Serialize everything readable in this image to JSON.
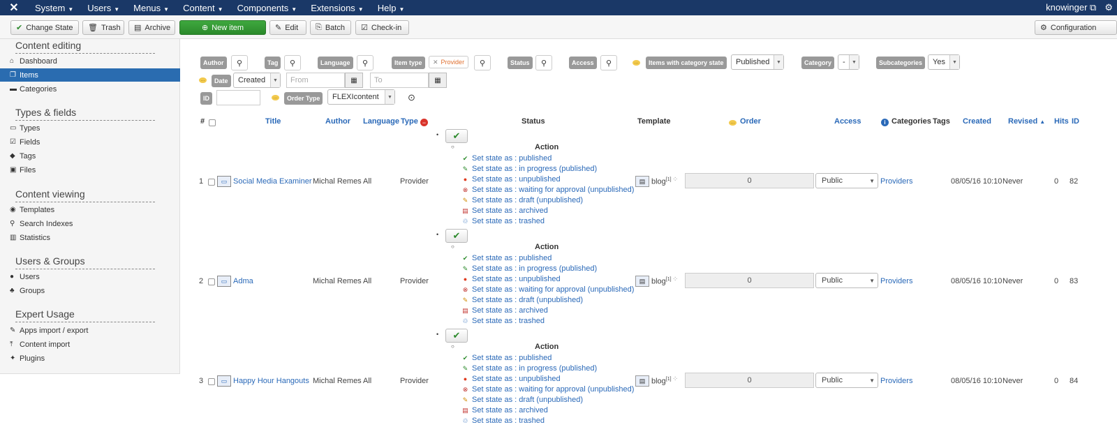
{
  "navbar": {
    "menus": [
      "System",
      "Users",
      "Menus",
      "Content",
      "Components",
      "Extensions",
      "Help"
    ],
    "user": "knowinger"
  },
  "toolbar": {
    "change_state": "Change State",
    "trash": "Trash",
    "archive": "Archive",
    "new_item": "New item",
    "edit": "Edit",
    "batch": "Batch",
    "checkin": "Check-in",
    "configuration": "Configuration"
  },
  "sidebar": {
    "sections": [
      {
        "title": "Content editing",
        "items": [
          "Dashboard",
          "Items",
          "Categories"
        ]
      },
      {
        "title": "Types & fields",
        "items": [
          "Types",
          "Fields",
          "Tags",
          "Files"
        ]
      },
      {
        "title": "Content viewing",
        "items": [
          "Templates",
          "Search Indexes",
          "Statistics"
        ]
      },
      {
        "title": "Users & Groups",
        "items": [
          "Users",
          "Groups"
        ]
      },
      {
        "title": "Expert Usage",
        "items": [
          "Apps import / export",
          "Content import",
          "Plugins"
        ]
      }
    ],
    "active_item": "Items"
  },
  "filters": {
    "author": "Author",
    "tag": "Tag",
    "language": "Language",
    "item_type": "Item type",
    "provider_tag": "Provider",
    "status": "Status",
    "access": "Access",
    "category_state_label": "Items with category state",
    "category_state_value": "Published",
    "category": "Category",
    "category_value": "-",
    "subcategories": "Subcategories",
    "subcategories_value": "Yes",
    "date": "Date",
    "date_value": "Created",
    "from_placeholder": "From",
    "to_placeholder": "To",
    "id": "ID",
    "order_type": "Order Type",
    "order_type_value": "FLEXIcontent"
  },
  "table": {
    "headers": {
      "num": "#",
      "title": "Title",
      "author": "Author",
      "language": "Language",
      "type": "Type",
      "status": "Status",
      "template": "Template",
      "order": "Order",
      "access": "Access",
      "categories": "Categories",
      "tags": "Tags",
      "created": "Created",
      "revised": "Revised",
      "hits": "Hits",
      "id": "ID"
    },
    "action_title": "Action",
    "state_options": [
      "Set state as : published",
      "Set state as : in progress (published)",
      "Set state as : unpublished",
      "Set state as : waiting for approval (unpublished)",
      "Set state as : draft (unpublished)",
      "Set state as : archived",
      "Set state as : trashed"
    ],
    "rows": [
      {
        "num": "1",
        "title": "Social Media Examiner",
        "author": "Michal Remes",
        "language": "All",
        "type": "Provider",
        "template": "blog",
        "template_sup": "[1]",
        "order": "0",
        "access": "Public",
        "categories": "Providers",
        "created": "08/05/16 10:10",
        "revised": "Never",
        "hits": "0",
        "id": "82"
      },
      {
        "num": "2",
        "title": "Adma",
        "author": "Michal Remes",
        "language": "All",
        "type": "Provider",
        "template": "blog",
        "template_sup": "[1]",
        "order": "0",
        "access": "Public",
        "categories": "Providers",
        "created": "08/05/16 10:10",
        "revised": "Never",
        "hits": "0",
        "id": "83"
      },
      {
        "num": "3",
        "title": "Happy Hour Hangouts",
        "author": "Michal Remes",
        "language": "All",
        "type": "Provider",
        "template": "blog",
        "template_sup": "[1]",
        "order": "0",
        "access": "Public",
        "categories": "Providers",
        "created": "08/05/16 10:10",
        "revised": "Never",
        "hits": "0",
        "id": "84"
      }
    ]
  }
}
